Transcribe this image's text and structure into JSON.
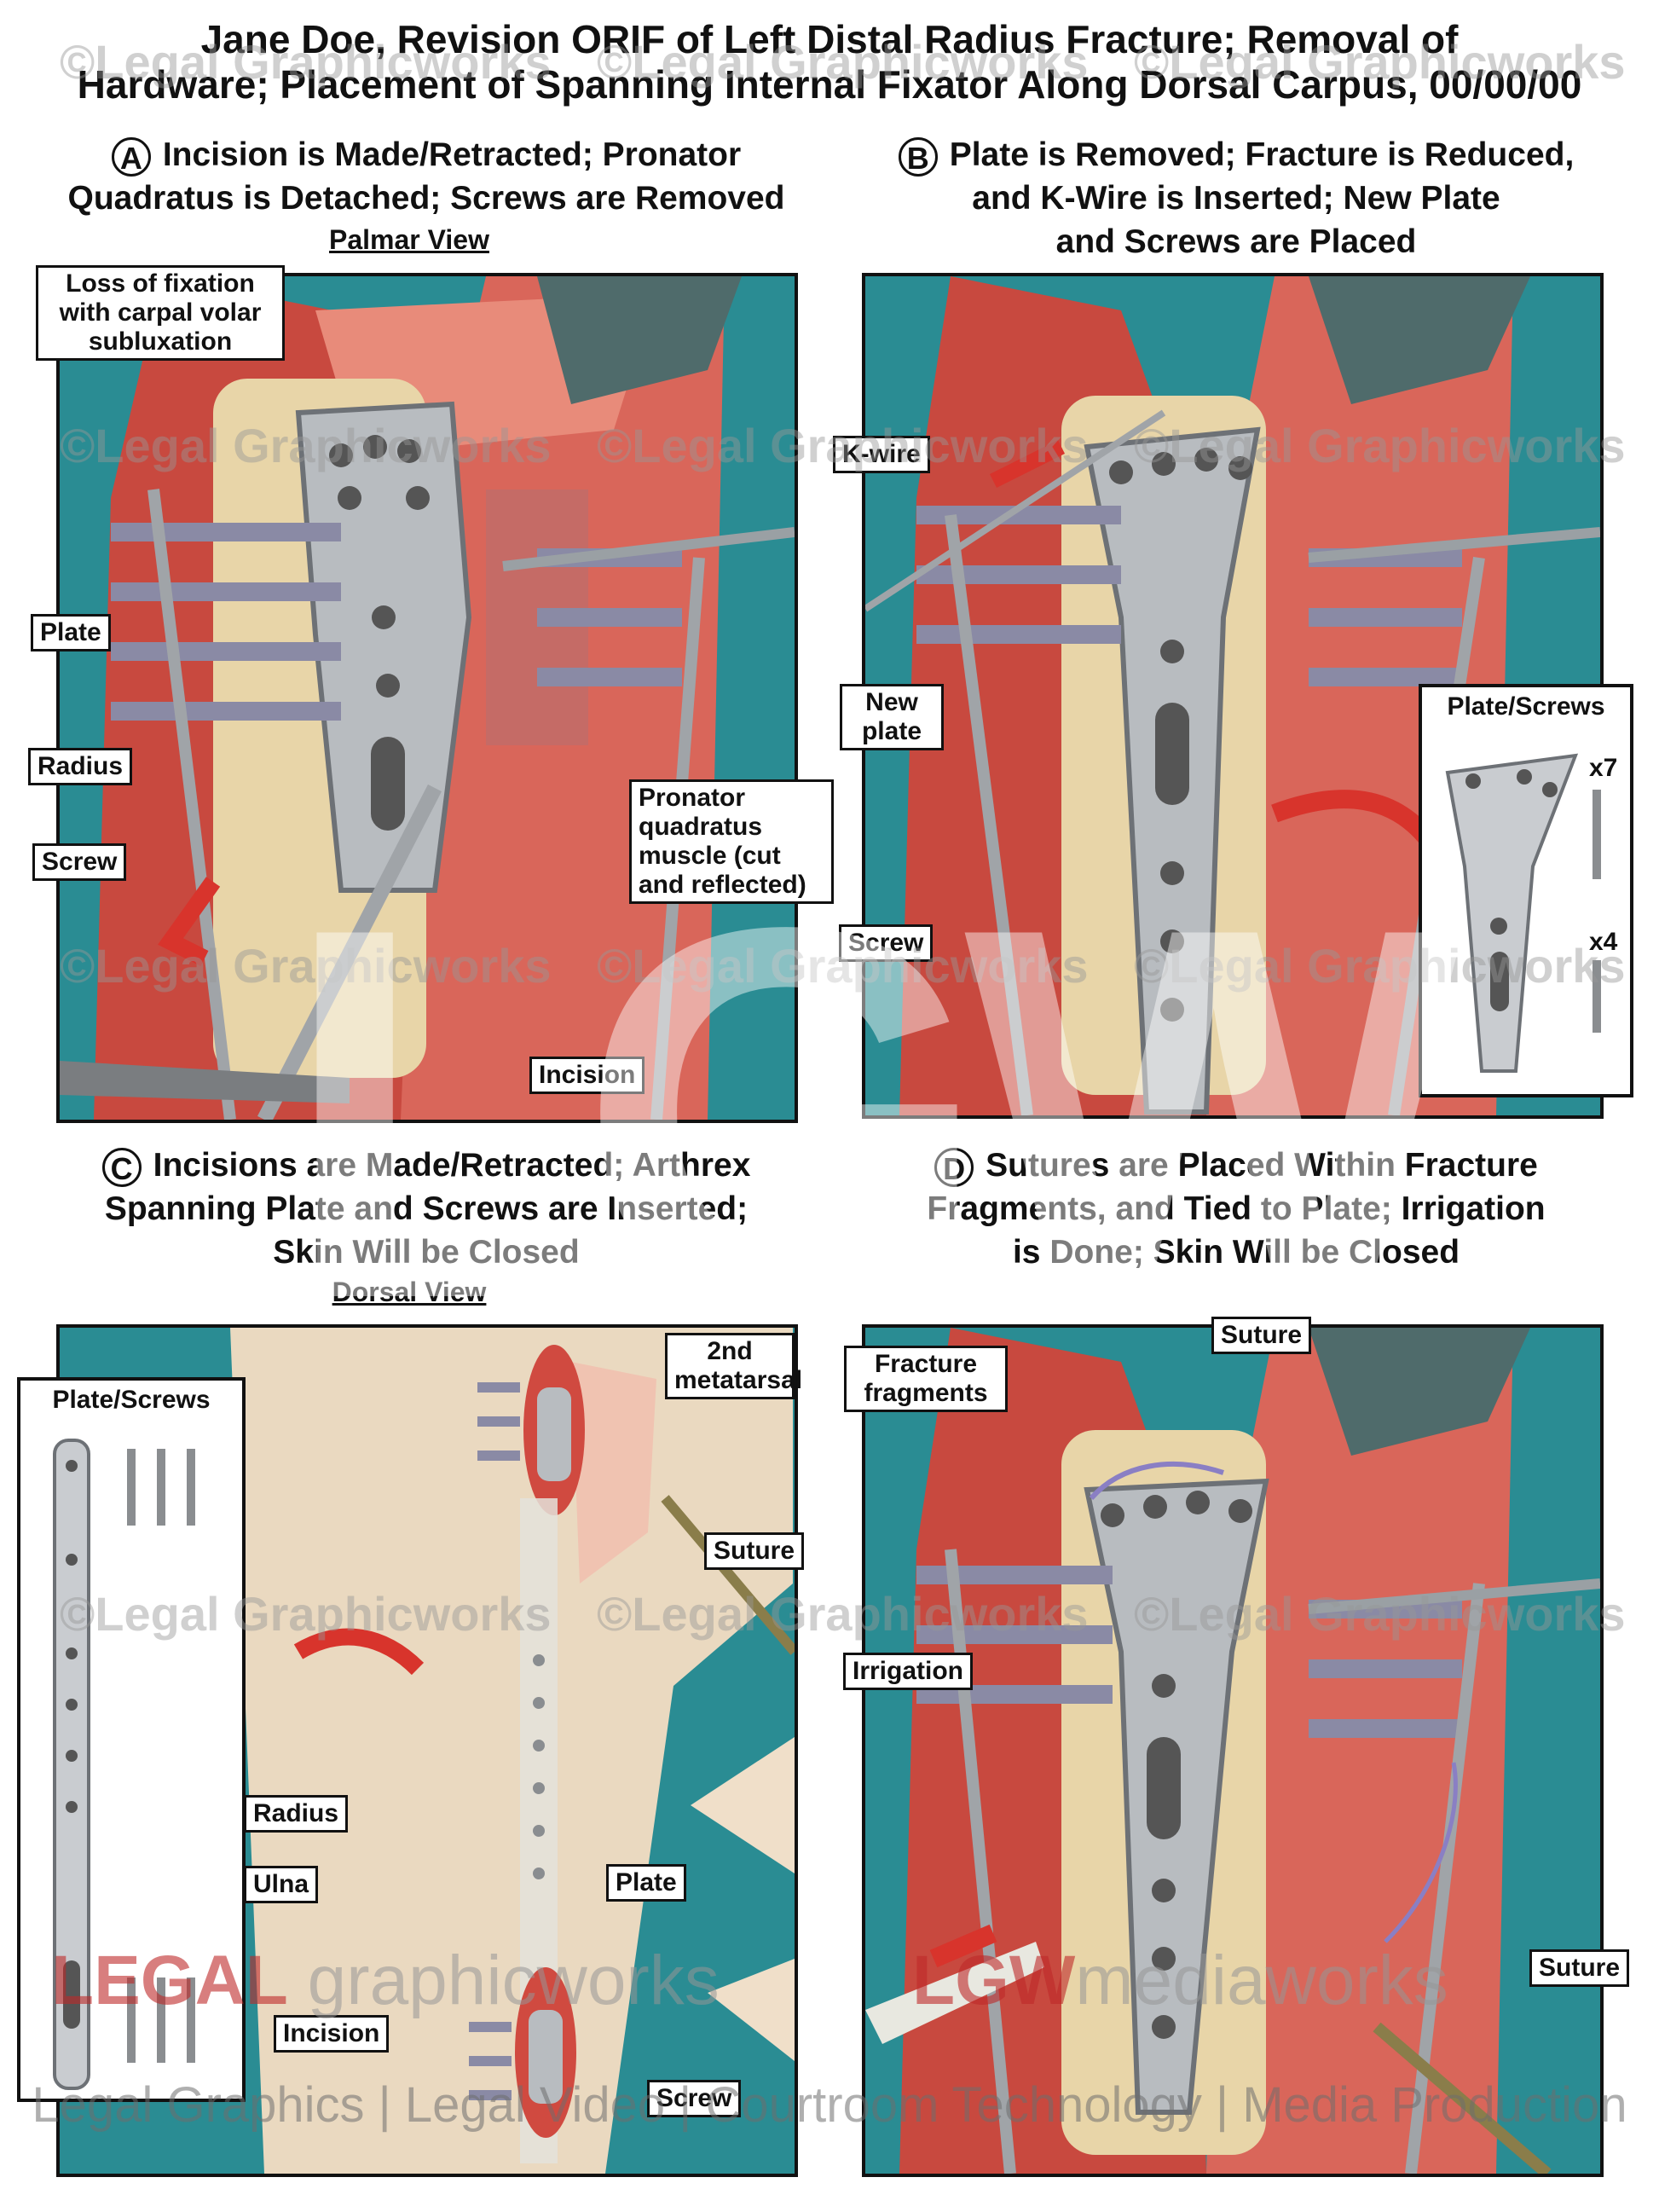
{
  "title": {
    "line1": "Jane Doe, Revision ORIF of Left Distal Radius Fracture; Removal of",
    "line2": "Hardware; Placement of Spanning Internal Fixator Along Dorsal Carpus, 00/00/00"
  },
  "panels": {
    "A": {
      "letter": "A",
      "line1": "Incision is Made/Retracted; Pronator",
      "line2": "Quadratus is Detached; Screws are Removed",
      "view": "Palmar View",
      "labels": {
        "loss": "Loss of fixation with carpal volar subluxation",
        "plate": "Plate",
        "radius": "Radius",
        "screw": "Screw",
        "pronator": "Pronator quadratus muscle (cut and reflected)",
        "incision": "Incision"
      }
    },
    "B": {
      "letter": "B",
      "line1": "Plate is Removed; Fracture is Reduced,",
      "line2": "and K-Wire is Inserted; New Plate",
      "line3": "and Screws are Placed",
      "labels": {
        "kwire": "K-wire",
        "new_plate": "New plate",
        "screw": "Screw"
      },
      "inset": {
        "title": "Plate/Screws",
        "count1": "x7",
        "count2": "x4"
      }
    },
    "C": {
      "letter": "C",
      "line1": "Incisions are Made/Retracted; Arthrex",
      "line2": "Spanning Plate and Screws are Inserted;",
      "line3": "Skin Will be Closed",
      "view": "Dorsal View",
      "labels": {
        "metatarsal": "2nd metatarsal",
        "suture": "Suture",
        "radius": "Radius",
        "ulna": "Ulna",
        "plate": "Plate",
        "incision": "Incision",
        "screw": "Screw"
      },
      "inset": {
        "title": "Plate/Screws"
      }
    },
    "D": {
      "letter": "D",
      "line1": "Sutures are Placed Within Fracture",
      "line2": "Fragments, and Tied to Plate; Irrigation",
      "line3": "is Done; Skin Will be Closed",
      "labels": {
        "fragments": "Fracture fragments",
        "suture_top": "Suture",
        "irrigation": "Irrigation",
        "suture_bottom": "Suture"
      }
    }
  },
  "watermark": {
    "text": "©Legal Graphicworks",
    "big": "LGW",
    "brand_left_1": "LEGAL",
    "brand_left_2": " graphicworks",
    "brand_right_1": "LGW",
    "brand_right_2": "mediaworks",
    "footer": "Legal Graphics | Legal Video | Courtroom Technology | Media Production"
  },
  "colors": {
    "background_teal": "#2a8c93",
    "tissue_red": "#d9544a",
    "bone": "#e8d5a8",
    "metal": "#b8bcc0",
    "arrow": "#d8342c"
  }
}
